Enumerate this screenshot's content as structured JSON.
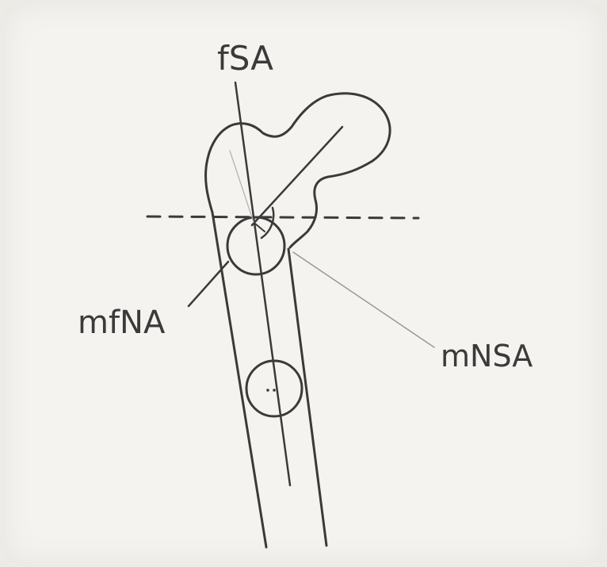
{
  "labels": {
    "fsa": "fSA",
    "mfna": "mfNA",
    "mnsa": "mNSA"
  },
  "colors": {
    "paper": "#f4f3ef",
    "ink": "#3a3a3a",
    "faint_ink": "#9a9a9a"
  }
}
